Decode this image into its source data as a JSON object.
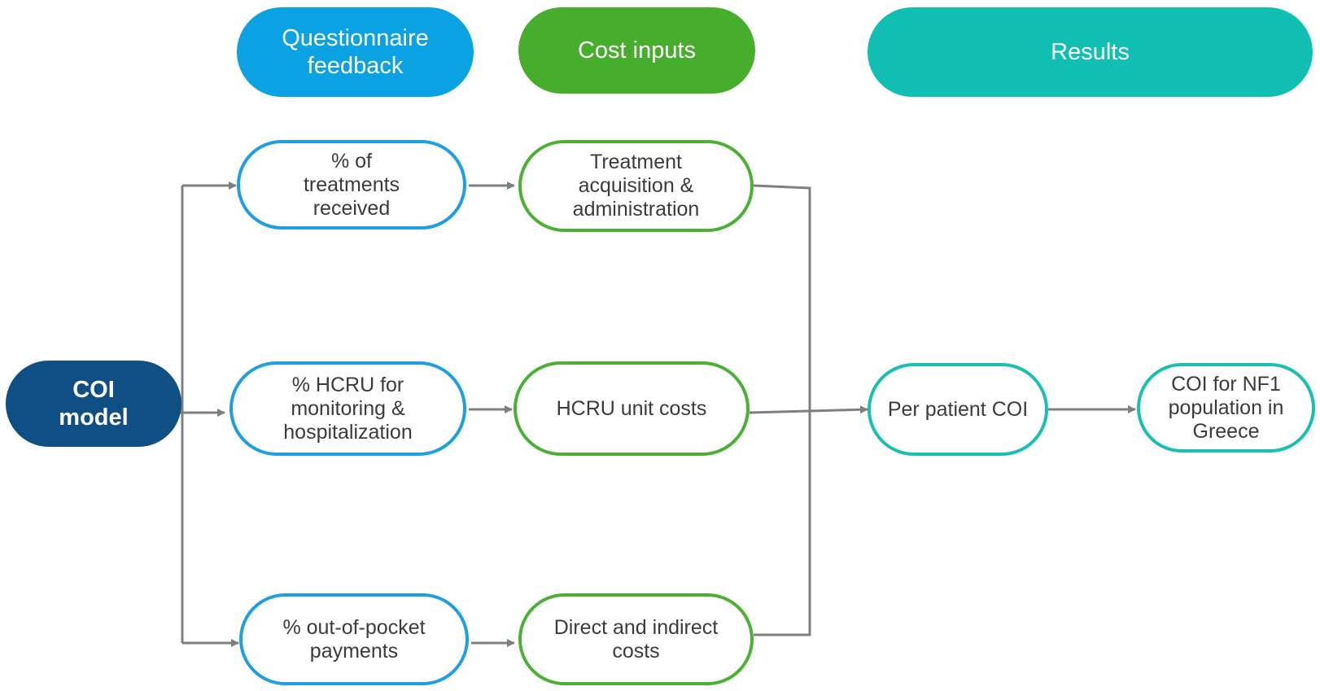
{
  "colors": {
    "questionnaire": "#0aa2e2",
    "cost_inputs": "#46ad2d",
    "results": "#10bfb2",
    "coi_model": "#0f4f83",
    "connector": "#7f7f7f",
    "box_text": "#3b3b3b"
  },
  "headers": {
    "questionnaire": "Questionnaire\nfeedback",
    "cost_inputs": "Cost inputs",
    "results": "Results"
  },
  "coi_model": "COI\nmodel",
  "questionnaire_boxes": {
    "treatments": "% of\ntreatments\nreceived",
    "hcru": "% HCRU for\nmonitoring &\nhospitalization",
    "out_of_pocket": "% out-of-pocket\npayments"
  },
  "cost_boxes": {
    "treatment_acquisition": "Treatment\nacquisition &\nadministration",
    "hcru_unit_costs": "HCRU unit costs",
    "direct_indirect": "Direct and indirect\ncosts"
  },
  "result_boxes": {
    "per_patient": "Per patient COI",
    "nf1_population": "COI for NF1\npopulation in\nGreece"
  }
}
